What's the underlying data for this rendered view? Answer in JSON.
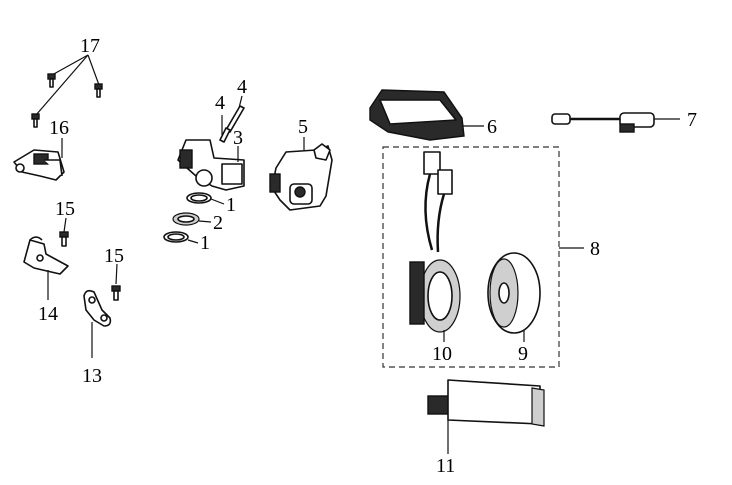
{
  "callouts": {
    "c1a": "1",
    "c1b": "1",
    "c2": "2",
    "c3": "3",
    "c4a": "4",
    "c4b": "4",
    "c5": "5",
    "c6": "6",
    "c7": "7",
    "c8": "8",
    "c9": "9",
    "c10": "10",
    "c11": "11",
    "c13": "13",
    "c14": "14",
    "c15a": "15",
    "c15b": "15",
    "c16": "16",
    "c17": "17"
  }
}
